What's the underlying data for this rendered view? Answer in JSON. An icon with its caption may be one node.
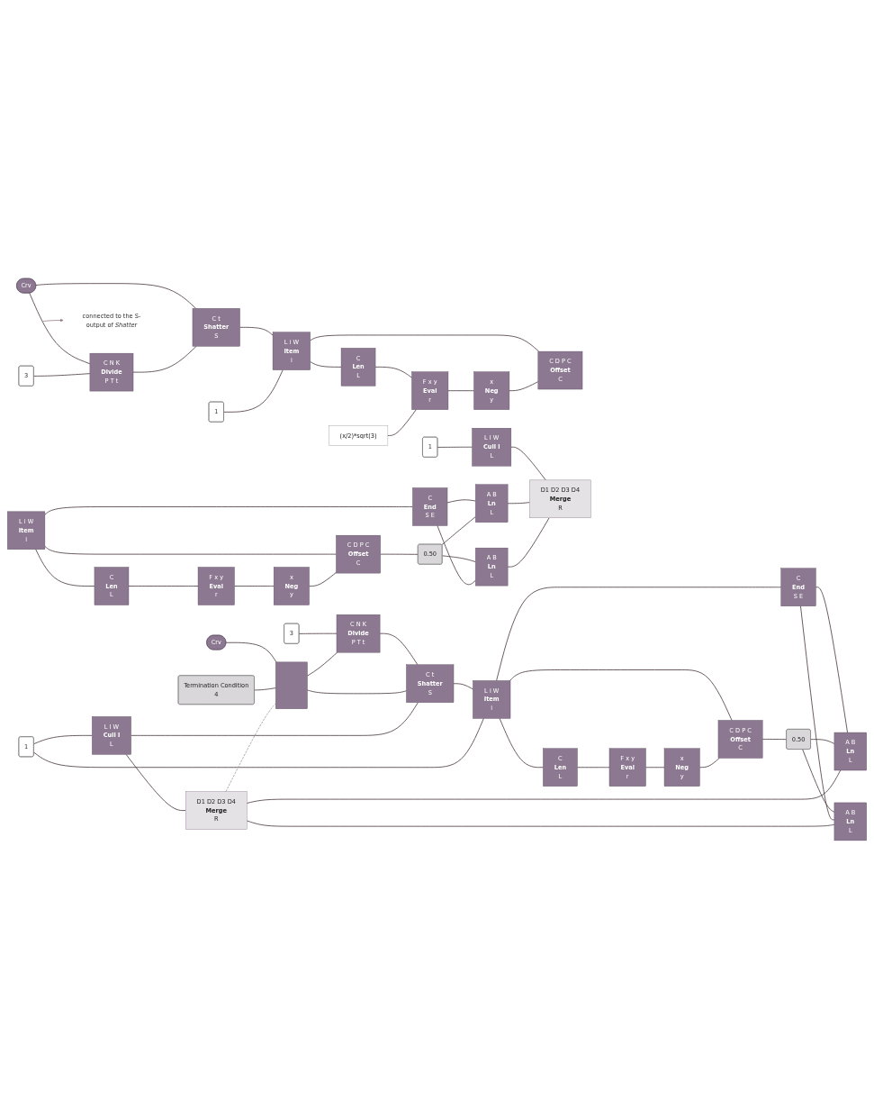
{
  "diagram": {
    "nodes": [
      {
        "text": [
          "Crv"
        ]
      },
      {
        "text": [
          "3"
        ]
      },
      {
        "text": [
          "C N K",
          "Divide",
          "P T t"
        ]
      },
      {
        "text": [
          "C t",
          "Shatter",
          "S"
        ]
      },
      {
        "text": [
          "1"
        ]
      },
      {
        "text": [
          "L i W",
          "Item",
          "i"
        ]
      },
      {
        "text": [
          "C",
          "Len",
          "L"
        ]
      },
      {
        "text": [
          "F x y",
          "Eval",
          "r"
        ]
      },
      {
        "text": [
          "x",
          "Neg",
          "y"
        ]
      },
      {
        "text": [
          "C D P C",
          "Offset",
          "C"
        ]
      },
      {
        "text": [
          "(x/2)*sqrt(3)"
        ]
      },
      {
        "text": [
          "connected to the S-output of *Shatter*"
        ]
      },
      {
        "text": [
          "L I W",
          "Cull i",
          "L"
        ]
      },
      {
        "text": [
          "1"
        ]
      },
      {
        "text": [
          "L i W",
          "Item",
          "i"
        ]
      },
      {
        "text": [
          "C",
          "End",
          "S E"
        ]
      },
      {
        "text": [
          "C D P C",
          "Offset",
          "C"
        ]
      },
      {
        "text": [
          "C",
          "Len",
          "L"
        ]
      },
      {
        "text": [
          "F x y",
          "Eval",
          "r"
        ]
      },
      {
        "text": [
          "x",
          "Neg",
          "y"
        ]
      },
      {
        "text": [
          "0.50"
        ]
      },
      {
        "text": [
          "A B",
          "Ln",
          "L"
        ]
      },
      {
        "text": [
          "A B",
          "Ln",
          "L"
        ]
      },
      {
        "text": [
          "D1 D2 D3 D4",
          "Merge",
          "R"
        ]
      },
      {
        "text": [
          "1"
        ]
      },
      {
        "text": [
          "3"
        ]
      },
      {
        "text": [
          "C N K",
          "Divide",
          "P T t"
        ]
      },
      {
        "text": [
          "C t",
          "Shatter",
          "S"
        ]
      },
      {
        "text": [
          "L I W",
          "Cull i",
          "L"
        ]
      },
      {
        "text": [
          "L i W",
          "Item",
          "i"
        ]
      },
      {
        "text": [
          "C",
          "End",
          "S E"
        ]
      },
      {
        "text": [
          "C",
          "Len",
          "L"
        ]
      },
      {
        "text": [
          "F x y",
          "Eval",
          "r"
        ]
      },
      {
        "text": [
          "x",
          "Neg",
          "y"
        ]
      },
      {
        "text": [
          "C D P C",
          "Offset",
          "C"
        ]
      },
      {
        "text": [
          "0.50"
        ]
      },
      {
        "text": [
          "A B",
          "Ln",
          "L"
        ]
      },
      {
        "text": [
          "A B",
          "Ln",
          "L"
        ]
      },
      {
        "text": [
          "D1 D2 D3 D4",
          "Merge",
          "R"
        ]
      },
      {
        "text": [
          "Crv"
        ]
      },
      {
        "text": [
          "Termination Condition",
          "4"
        ]
      },
      {
        "text": [],
        "shape": "box"
      }
    ],
    "edges": [
      {
        "from": 0,
        "to": 3,
        "arrow": "none"
      },
      {
        "from": 0,
        "to": 2,
        "arrow": "none"
      },
      {
        "from": 1,
        "to": 2,
        "arrow": "none"
      },
      {
        "from": 2,
        "to": 3,
        "arrow": "none"
      },
      {
        "from": 3,
        "to": 5,
        "arrow": "none"
      },
      {
        "from": 4,
        "to": 5,
        "arrow": "none"
      },
      {
        "from": 5,
        "to": 9,
        "arrow": "none"
      },
      {
        "from": 5,
        "to": 6,
        "arrow": "none"
      },
      {
        "from": 6,
        "to": 7,
        "arrow": "none"
      },
      {
        "from": 7,
        "to": 8,
        "arrow": "none"
      },
      {
        "from": 8,
        "to": 9,
        "arrow": "none"
      },
      {
        "from": 10,
        "to": 7,
        "arrow": "none"
      },
      {
        "from": null,
        "to": 11,
        "arrow": "to",
        "color": "#9a7f86"
      },
      {
        "from": 13,
        "to": 12,
        "arrow": "none"
      },
      {
        "from": 12,
        "to": 23,
        "arrow": "none"
      },
      {
        "from": 14,
        "to": 15,
        "arrow": "none"
      },
      {
        "from": 14,
        "to": 16,
        "arrow": "none"
      },
      {
        "from": 14,
        "to": 17,
        "arrow": "none"
      },
      {
        "from": 17,
        "to": 18,
        "arrow": "none"
      },
      {
        "from": 18,
        "to": 19,
        "arrow": "none"
      },
      {
        "from": 19,
        "to": 16,
        "arrow": "none"
      },
      {
        "from": 15,
        "to": 21,
        "arrow": "none"
      },
      {
        "from": 16,
        "to": 20,
        "arrow": "none"
      },
      {
        "from": 20,
        "to": 21,
        "arrow": "none"
      },
      {
        "from": 20,
        "to": 22,
        "arrow": "none"
      },
      {
        "from": 15,
        "to": 22,
        "arrow": "none"
      },
      {
        "from": 21,
        "to": 23,
        "arrow": "none"
      },
      {
        "from": 22,
        "to": 23,
        "arrow": "none"
      },
      {
        "from": 25,
        "to": 26,
        "arrow": "none"
      },
      {
        "from": 26,
        "to": 27,
        "arrow": "none"
      },
      {
        "from": 27,
        "to": 28,
        "arrow": "none"
      },
      {
        "from": 27,
        "to": 29,
        "arrow": "none"
      },
      {
        "from": 24,
        "to": 28,
        "arrow": "none"
      },
      {
        "from": 24,
        "to": 29,
        "arrow": "none"
      },
      {
        "from": 29,
        "to": 30,
        "arrow": "none"
      },
      {
        "from": 29,
        "to": 34,
        "arrow": "none"
      },
      {
        "from": 29,
        "to": 31,
        "arrow": "none"
      },
      {
        "from": 31,
        "to": 32,
        "arrow": "none"
      },
      {
        "from": 32,
        "to": 33,
        "arrow": "none"
      },
      {
        "from": 33,
        "to": 34,
        "arrow": "none"
      },
      {
        "from": 30,
        "to": 36,
        "arrow": "none"
      },
      {
        "from": 34,
        "to": 35,
        "arrow": "none"
      },
      {
        "from": 35,
        "to": 36,
        "arrow": "none"
      },
      {
        "from": 35,
        "to": 37,
        "arrow": "none"
      },
      {
        "from": 30,
        "to": 37,
        "arrow": "none"
      },
      {
        "from": 28,
        "to": 38,
        "arrow": "none"
      },
      {
        "from": 36,
        "to": 38,
        "arrow": "none"
      },
      {
        "from": 37,
        "to": 38,
        "arrow": "none"
      },
      {
        "from": 39,
        "to": 41,
        "arrow": "none"
      },
      {
        "from": 40,
        "to": 41,
        "arrow": "none"
      },
      {
        "from": 41,
        "to": 26,
        "arrow": "none"
      },
      {
        "from": 41,
        "to": 27,
        "arrow": "none"
      },
      {
        "from": 38,
        "to": 41,
        "arrow": "none",
        "style": "dashed",
        "color": "#a09a96"
      }
    ]
  }
}
